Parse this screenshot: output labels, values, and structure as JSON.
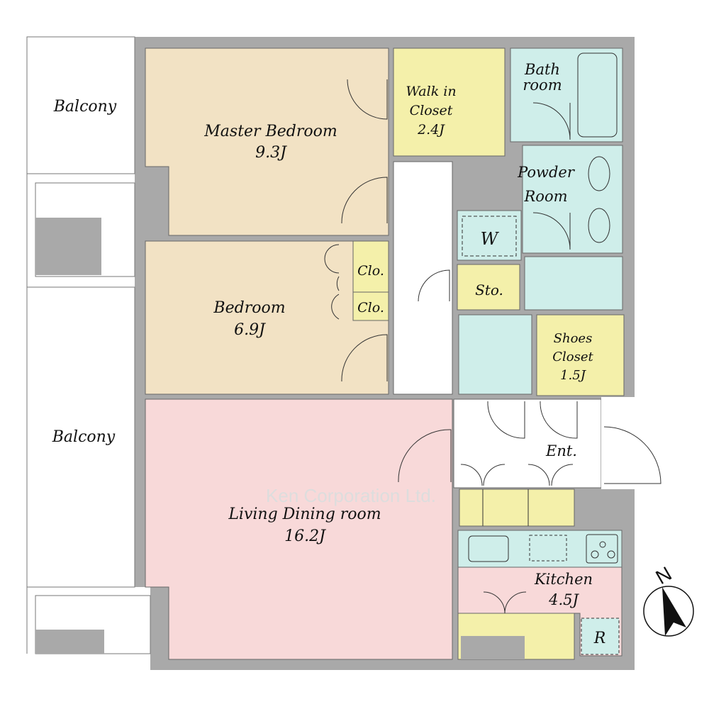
{
  "colors": {
    "wall": "#a9a9a9",
    "bedroom": "#f2e2c4",
    "closet": "#f4f0aa",
    "wet": "#cfeeea",
    "living": "#f8d9d9",
    "white": "#ffffff"
  },
  "rooms": {
    "balcony_top": "Balcony",
    "balcony_mid": "Balcony",
    "master_name": "Master Bedroom",
    "master_size": "9.3J",
    "wic_1": "Walk in",
    "wic_2": "Closet",
    "wic_size": "2.4J",
    "bath_1": "Bath",
    "bath_2": "room",
    "powder_1": "Powder",
    "powder_2": "Room",
    "washer": "W",
    "storage": "Sto.",
    "clo1": "Clo.",
    "clo2": "Clo.",
    "bed_name": "Bedroom",
    "bed_size": "6.9J",
    "shoes_1": "Shoes",
    "shoes_2": "Closet",
    "shoes_size": "1.5J",
    "entrance": "Ent.",
    "living_name": "Living Dining room",
    "living_size": "16.2J",
    "kitchen_name": "Kitchen",
    "kitchen_size": "4.5J",
    "fridge": "R"
  },
  "compass": {
    "label": "N"
  },
  "watermark": "Ken Corporation Ltd."
}
